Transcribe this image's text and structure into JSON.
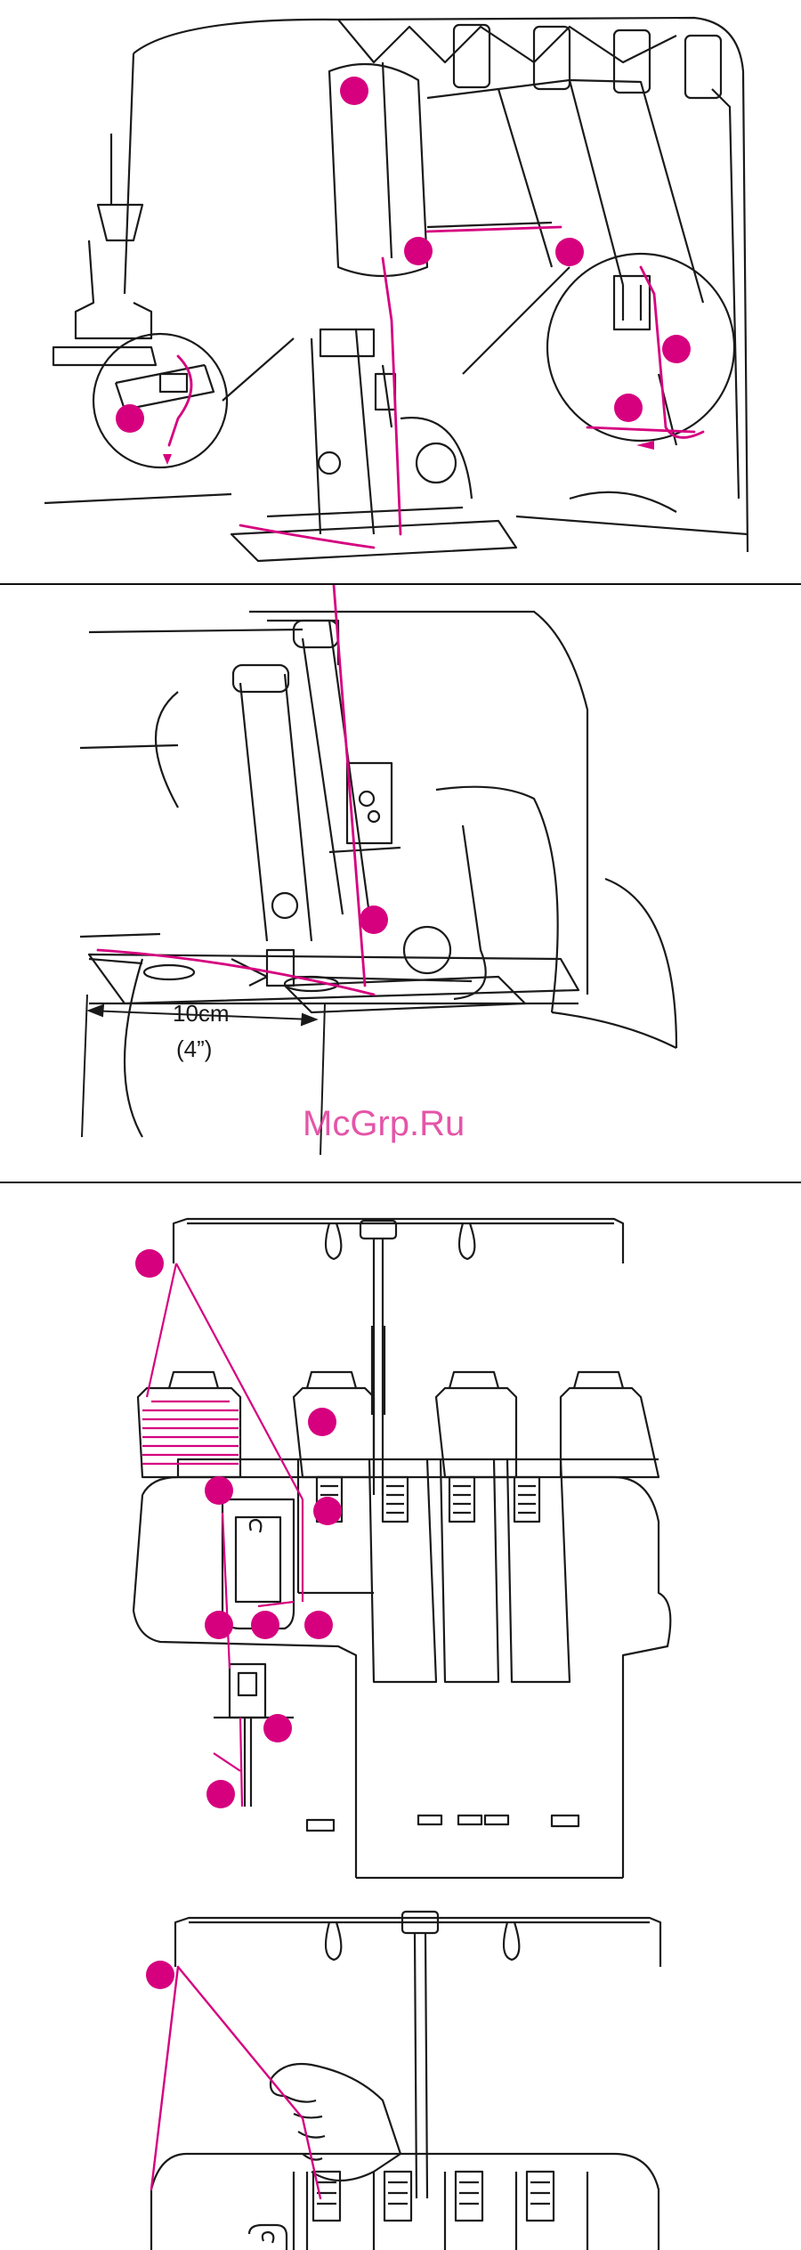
{
  "colors": {
    "accent": "#d6007f",
    "line": "#1a1a1a",
    "background": "#ffffff"
  },
  "measure": {
    "metric": "10cm",
    "imperial": "(4”)"
  },
  "watermark": "McGrp.Ru"
}
